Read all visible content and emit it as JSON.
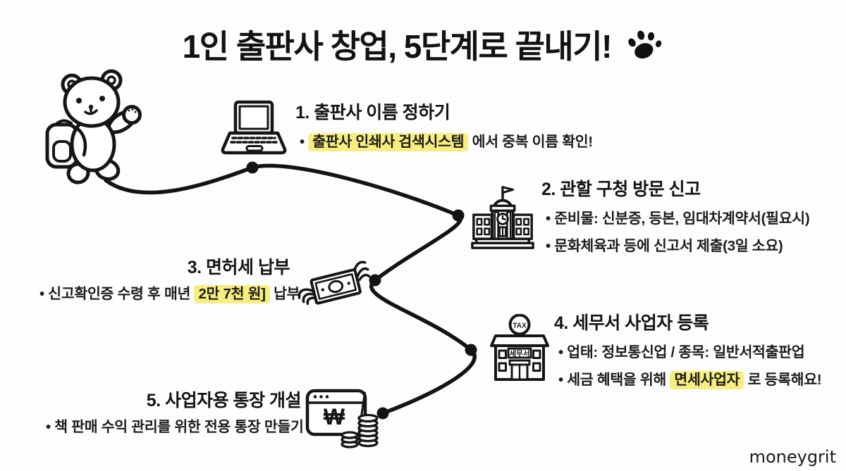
{
  "page": {
    "background": "#fefefe",
    "ink": "#161616",
    "highlight_color": "#f7ee7f"
  },
  "header": {
    "title": "1인 출판사 창업, 5단계로 끝내기!",
    "decoration_icon": "paw-print-icon"
  },
  "mascot": {
    "icon": "walking-bear-with-backpack"
  },
  "steps": [
    {
      "title": "1. 출판사 이름 정하기",
      "icon": "laptop-icon",
      "bullets": [
        {
          "pre": "",
          "highlight": "출판사 인쇄사 검색시스템",
          "post": " 에서 중복 이름 확인!"
        }
      ]
    },
    {
      "title": "2. 관할 구청 방문 신고",
      "icon": "government-building-icon",
      "bullets": [
        {
          "pre": "준비물: 신분증, 등본, 임대차계약서(필요시)"
        },
        {
          "pre": "문화체육과 등에 신고서 제출(3일 소요)"
        }
      ]
    },
    {
      "title": "3. 면허세 납부",
      "icon": "winged-money-icon",
      "bullets": [
        {
          "pre": "신고확인증 수령 후 매년 ",
          "highlight": "2만 7천 원]",
          "post": " 납부"
        }
      ]
    },
    {
      "title": "4. 세무서 사업자 등록",
      "icon": "tax-office-icon",
      "sign_text": "TAX",
      "plate_text": "세무서",
      "bullets": [
        {
          "pre": "업태: 정보통신업 / 종목: 일반서적출판업"
        },
        {
          "pre": "세금 혜택을 위해 ",
          "highlight": "면세사업자",
          "post": " 로 등록해요!"
        }
      ]
    },
    {
      "title": "5. 사업자용 통장 개설",
      "icon": "bankbook-coins-icon",
      "currency_symbol": "₩",
      "bullets": [
        {
          "pre": "책 판매 수익 관리를 위한 전용 통장 만들기"
        }
      ]
    }
  ],
  "watermark": {
    "text": "moneygrit"
  }
}
